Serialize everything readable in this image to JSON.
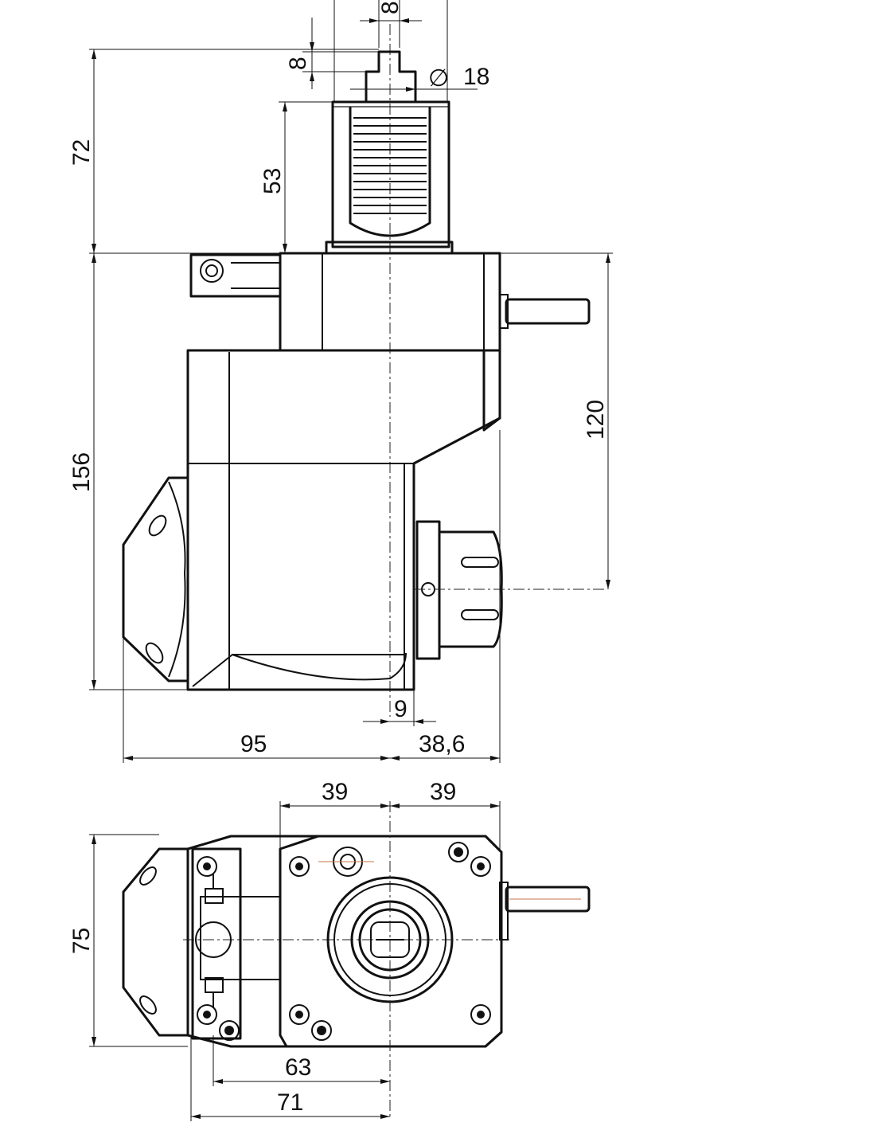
{
  "dimensions": {
    "shank_tip_width": "8",
    "shank_tip_height": "8",
    "shank_diameter": "18",
    "shank_height": "72",
    "thread_height": "53",
    "body_height": "156",
    "output_height": "120",
    "offset_left": "95",
    "collet_offset": "9",
    "offset_right": "38,6",
    "plan_left_half": "39",
    "plan_right_half": "39",
    "plan_depth": "75",
    "plan_offset_63": "63",
    "plan_offset_71": "71"
  },
  "diameter_symbol": "∅",
  "colors": {
    "line": "#111111",
    "centerline_marks": "#c8764a"
  }
}
